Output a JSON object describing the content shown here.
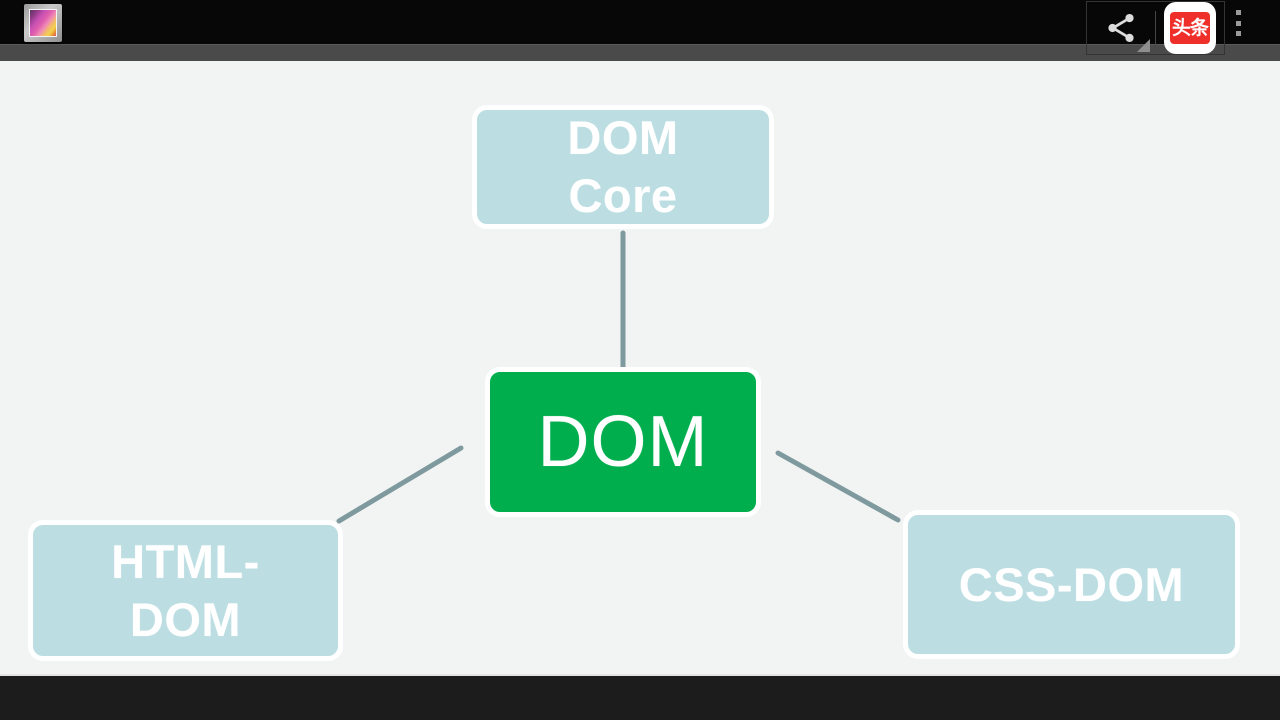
{
  "app": {
    "icon_name": "gallery-photo-icon",
    "background_color": "#f2f3f3",
    "topbar_color": "#070707",
    "bottombar_color": "#1c1c1c"
  },
  "topbar": {
    "share_label": "",
    "share_icon": "share-icon",
    "toutiao_label": "头条",
    "toutiao_icon": "toutiao-app-icon",
    "overflow_icon": "overflow-menu-icon"
  },
  "diagram": {
    "type": "mind-map",
    "nodes": [
      {
        "id": "dom-core",
        "label": "DOM\nCore",
        "color": "#bcdee2",
        "text_color": "#ffffff"
      },
      {
        "id": "dom",
        "label": "DOM",
        "color": "#00ae4d",
        "text_color": "#ffffff"
      },
      {
        "id": "html-dom",
        "label": "HTML-\nDOM",
        "color": "#bcdee2",
        "text_color": "#ffffff"
      },
      {
        "id": "css-dom",
        "label": "CSS-DOM",
        "color": "#bcdee2",
        "text_color": "#ffffff"
      }
    ],
    "edges": [
      {
        "from": "dom-core",
        "to": "dom",
        "color": "#7f9a9e"
      },
      {
        "from": "html-dom",
        "to": "dom",
        "color": "#7f9a9e"
      },
      {
        "from": "dom",
        "to": "css-dom",
        "color": "#7f9a9e"
      }
    ]
  }
}
